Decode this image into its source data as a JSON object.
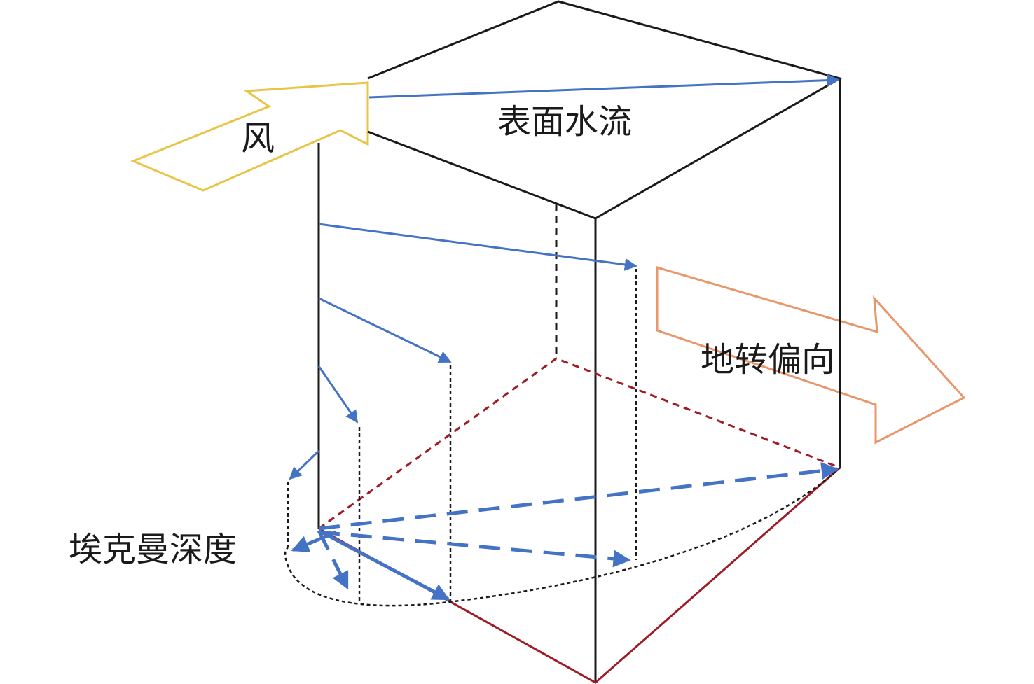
{
  "labels": {
    "wind": "风",
    "surface_current": "表面水流",
    "coriolis_deflection": "地转偏向",
    "ekman_depth": "埃克曼深度"
  },
  "colors": {
    "outline": "#1a1a1a",
    "current_arrow": "#4472c4",
    "wind_arrow": "#e8c547",
    "deflection_arrow": "#e8966a",
    "ekman_base": "#a01c24",
    "hidden_edge": "#1a1a1a"
  }
}
